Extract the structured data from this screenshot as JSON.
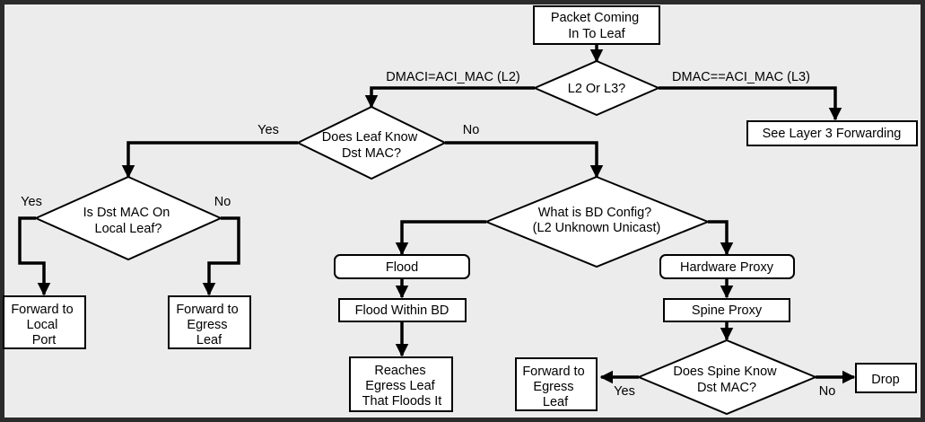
{
  "colors": {
    "frame": "#2b2b2b",
    "background": "#ececec",
    "shape_fill": "#ffffff",
    "ink": "#000000"
  },
  "nodes": {
    "start": [
      "Packet Coming",
      "In To Leaf"
    ],
    "l2_or_l3": [
      "L2 Or L3?"
    ],
    "layer3": [
      "See Layer 3 Forwarding"
    ],
    "leaf_knows": [
      "Does Leaf Know",
      "Dst MAC?"
    ],
    "local_leaf": [
      "Is Dst MAC On",
      "Local Leaf?"
    ],
    "fwd_local": [
      "Forward to",
      "Local",
      "Port"
    ],
    "fwd_egress_left": [
      "Forward to",
      "Egress",
      "Leaf"
    ],
    "bd_config": [
      "What is BD Config?",
      "(L2 Unknown Unicast)"
    ],
    "flood": [
      "Flood"
    ],
    "hw_proxy": [
      "Hardware Proxy"
    ],
    "flood_within": [
      "Flood Within BD"
    ],
    "spine_proxy": [
      "Spine Proxy"
    ],
    "reaches_egress": [
      "Reaches",
      "Egress Leaf",
      "That Floods It"
    ],
    "spine_knows": [
      "Does Spine Know",
      "Dst MAC?"
    ],
    "fwd_egress_right": [
      "Forward to",
      "Egress",
      "Leaf"
    ],
    "drop": [
      "Drop"
    ]
  },
  "edges": {
    "dmac_l2": "DMACI=ACI_MAC (L2)",
    "dmac_l3": "DMAC==ACI_MAC (L3)",
    "leaf_yes": "Yes",
    "leaf_no": "No",
    "local_yes": "Yes",
    "local_no": "No",
    "spine_yes": "Yes",
    "spine_no": "No"
  }
}
